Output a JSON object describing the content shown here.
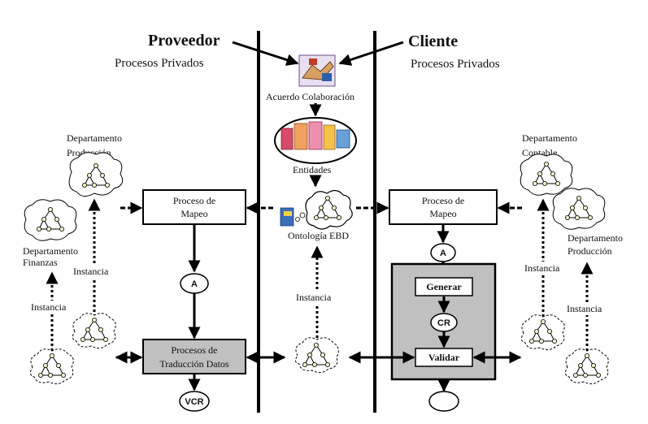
{
  "provider": {
    "title": "Proveedor",
    "subtitle": "Procesos Privados"
  },
  "client": {
    "title": "Cliente",
    "subtitle": "Procesos Privados"
  },
  "center": {
    "agreement": "Acuerdo Colaboración",
    "entities": "Entidades",
    "ontology": "Ontología EBD",
    "instance": "Instancia"
  },
  "left": {
    "dept_production": [
      "Departamento",
      "Producción"
    ],
    "dept_finance": [
      "Departamento",
      "Finanzas"
    ],
    "instance_a": "Instancia",
    "instance_b": "Instancia",
    "mapping_box": [
      "Proceso de",
      "Mapeo"
    ],
    "translation_box": [
      "Procesos de",
      "Traducción Datos"
    ],
    "circle_a": "A",
    "circle_vcr": "VCR"
  },
  "right": {
    "dept_accounting": [
      "Departamento",
      "Contable"
    ],
    "dept_production": [
      "Departamento",
      "Producción"
    ],
    "instance_a": "Instancia",
    "instance_b": "Instancia",
    "mapping_box": [
      "Proceso de",
      "Mapeo"
    ],
    "generate": "Generar",
    "validate": "Validar",
    "circle_a": "A",
    "circle_cr": "CR",
    "circle_end": ""
  },
  "icons": [
    "handshake-icon",
    "documents-icon",
    "books-icon",
    "tree-icon"
  ],
  "colors": {
    "shaded_box": "#c0c0c0",
    "line": "#000000"
  }
}
